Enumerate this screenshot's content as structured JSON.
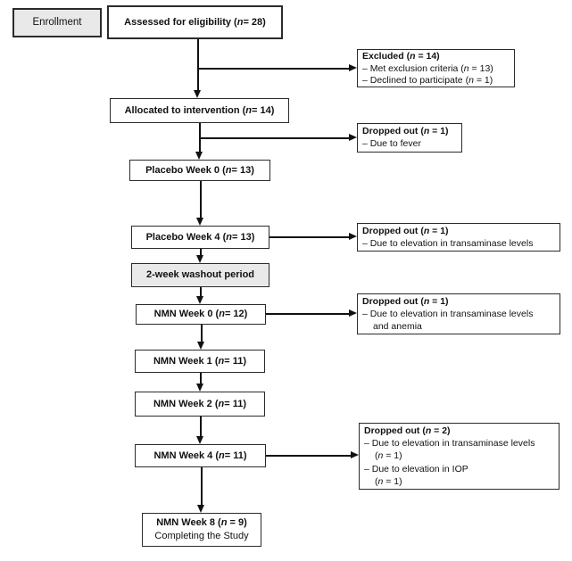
{
  "flow": {
    "enrollment_label": "Enrollment",
    "assessed": "Assessed for eligibility (*n* = 28)",
    "allocated": "Allocated to intervention (*n* = 14)",
    "placebo_week0": "Placebo Week 0 (*n* = 13)",
    "placebo_week4": "Placebo Week 4 (*n* = 13)",
    "washout": "2-week washout period",
    "nmn_week0": "NMN Week 0 (*n* = 12)",
    "nmn_week1": "NMN Week 1 (*n* = 11)",
    "nmn_week2": "NMN Week 2 (*n* = 11)",
    "nmn_week4": "NMN Week 4 (*n* = 11)",
    "nmn_week8_title": "NMN Week 8 (*n* = 9)",
    "nmn_week8_subtitle": "Completing the Study"
  },
  "side_boxes": {
    "excluded": {
      "title": "Excluded (*n* = 14)",
      "line1": "– Met exclusion criteria (*n* = 13)",
      "line2": "– Declined to participate (*n* = 1)"
    },
    "dropped_fever": {
      "title": "Dropped out (*n* = 1)",
      "line1": "– Due to fever"
    },
    "dropped_placebo_week4": {
      "title": "Dropped out (*n* = 1)",
      "line1": "– Due to elevation in transaminase levels"
    },
    "dropped_nmn_week0": {
      "title": "Dropped out (*n* = 1)",
      "line1": "– Due to elevation in transaminase levels",
      "line2": "and anemia"
    },
    "dropped_nmn_week4": {
      "title": "Dropped out (*n* = 2)",
      "line1": "– Due to elevation in transaminase levels",
      "line2": "(*n* = 1)",
      "line3": "– Due to elevation in IOP",
      "line4": "(*n* = 1)"
    }
  },
  "colors": {
    "background": "#ffffff",
    "box_border": "#2b2b2b",
    "shaded_fill": "#e9e9e9",
    "text": "#111111",
    "line": "#111111"
  }
}
